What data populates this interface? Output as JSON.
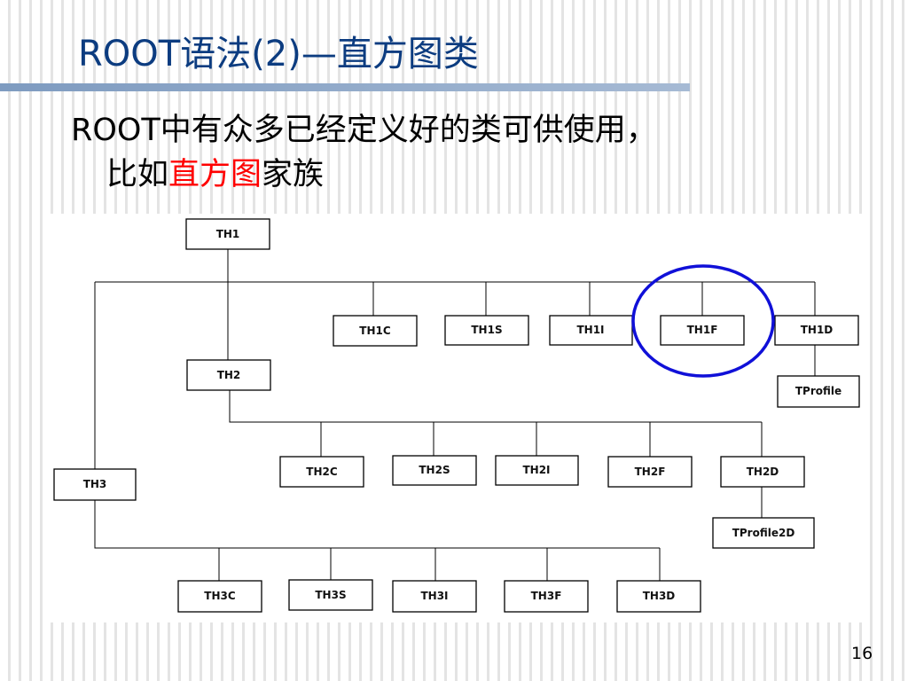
{
  "slide": {
    "title": "ROOT语法(2)—直方图类",
    "body_line1_latin": "ROOT",
    "body_line1_text": "中有众多已经定义好的类可供使用，",
    "body_line2_prefix": "比如",
    "body_line2_highlight": "直方图",
    "body_line2_suffix": "家族",
    "page_number": "16"
  },
  "colors": {
    "title": "#0c3c80",
    "highlight": "#ff0000",
    "focus_ring": "#1010d8"
  },
  "diagram": {
    "nodes": [
      {
        "id": "TH1",
        "label": "TH1"
      },
      {
        "id": "TH1C",
        "label": "TH1C"
      },
      {
        "id": "TH1S",
        "label": "TH1S"
      },
      {
        "id": "TH1I",
        "label": "TH1I"
      },
      {
        "id": "TH1F",
        "label": "TH1F"
      },
      {
        "id": "TH1D",
        "label": "TH1D"
      },
      {
        "id": "TProfile",
        "label": "TProfile"
      },
      {
        "id": "TH2",
        "label": "TH2"
      },
      {
        "id": "TH2C",
        "label": "TH2C"
      },
      {
        "id": "TH2S",
        "label": "TH2S"
      },
      {
        "id": "TH2I",
        "label": "TH2I"
      },
      {
        "id": "TH2F",
        "label": "TH2F"
      },
      {
        "id": "TH2D",
        "label": "TH2D"
      },
      {
        "id": "TProfile2D",
        "label": "TProfile2D"
      },
      {
        "id": "TH3",
        "label": "TH3"
      },
      {
        "id": "TH3C",
        "label": "TH3C"
      },
      {
        "id": "TH3S",
        "label": "TH3S"
      },
      {
        "id": "TH3I",
        "label": "TH3I"
      },
      {
        "id": "TH3F",
        "label": "TH3F"
      },
      {
        "id": "TH3D",
        "label": "TH3D"
      }
    ],
    "edges": [
      [
        "TH1",
        "TH1C"
      ],
      [
        "TH1",
        "TH1S"
      ],
      [
        "TH1",
        "TH1I"
      ],
      [
        "TH1",
        "TH1F"
      ],
      [
        "TH1",
        "TH1D"
      ],
      [
        "TH1D",
        "TProfile"
      ],
      [
        "TH1",
        "TH2"
      ],
      [
        "TH2",
        "TH2C"
      ],
      [
        "TH2",
        "TH2S"
      ],
      [
        "TH2",
        "TH2I"
      ],
      [
        "TH2",
        "TH2F"
      ],
      [
        "TH2",
        "TH2D"
      ],
      [
        "TH2D",
        "TProfile2D"
      ],
      [
        "TH1",
        "TH3"
      ],
      [
        "TH3",
        "TH3C"
      ],
      [
        "TH3",
        "TH3S"
      ],
      [
        "TH3",
        "TH3I"
      ],
      [
        "TH3",
        "TH3F"
      ],
      [
        "TH3",
        "TH3D"
      ]
    ],
    "highlighted_node": "TH1F"
  }
}
